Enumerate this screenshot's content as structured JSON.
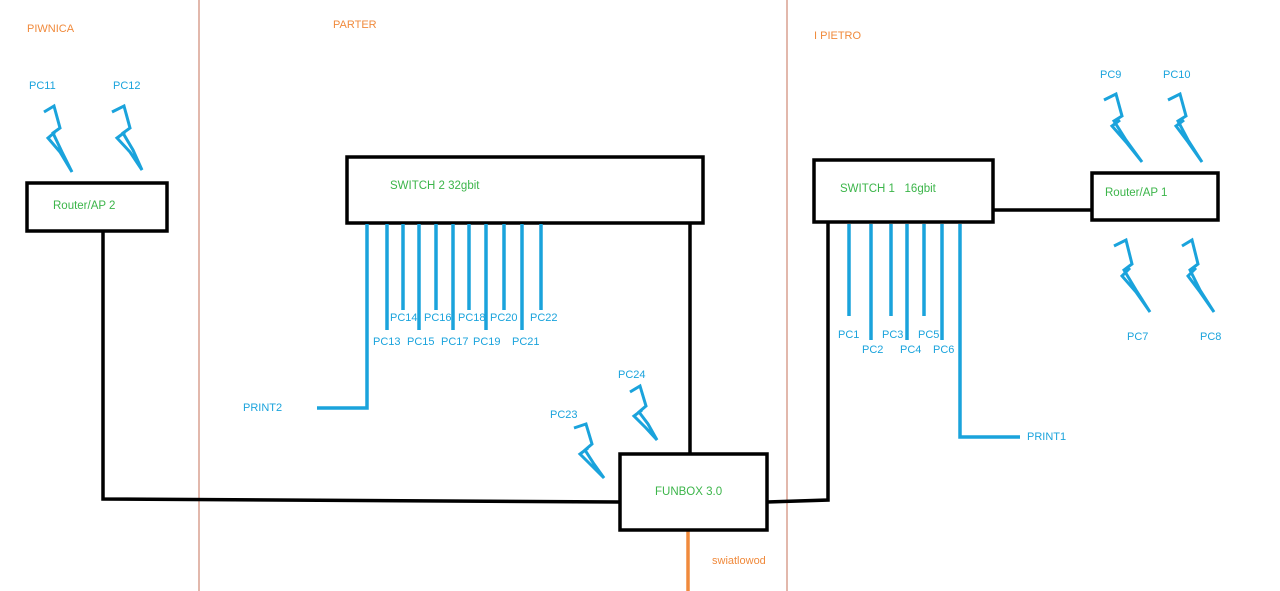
{
  "floors": {
    "basement": "PIWNICA",
    "ground": "PARTER",
    "first": "I PIETRO"
  },
  "devices": {
    "router_ap2": "Router/AP 2",
    "switch2": "SWITCH 2 32gbit",
    "switch1": "SWITCH 1   16gbit",
    "router_ap1": "Router/AP 1",
    "funbox": "FUNBOX 3.0"
  },
  "fiber_label": "swiatlowod",
  "wireless_clients": {
    "pc11": "PC11",
    "pc12": "PC12",
    "pc9": "PC9",
    "pc10": "PC10",
    "pc7": "PC7",
    "pc8": "PC8",
    "pc23": "PC23",
    "pc24": "PC24"
  },
  "wired_clients": {
    "pc1": "PC1",
    "pc2": "PC2",
    "pc3": "PC3",
    "pc4": "PC4",
    "pc5": "PC5",
    "pc6": "PC6",
    "pc13": "PC13",
    "pc14": "PC14",
    "pc15": "PC15",
    "pc16": "PC16",
    "pc17": "PC17",
    "pc18": "PC18",
    "pc19": "PC19",
    "pc20": "PC20",
    "pc21": "PC21",
    "pc22": "PC22"
  },
  "printers": {
    "print1": "PRINT1",
    "print2": "PRINT2"
  },
  "colors": {
    "floor_text": "#f08a3c",
    "device_text": "#3cb54a",
    "client": "#1aa3dc",
    "fiber": "#f08a3c",
    "divider": "#d9a090",
    "box_border": "#000000"
  }
}
